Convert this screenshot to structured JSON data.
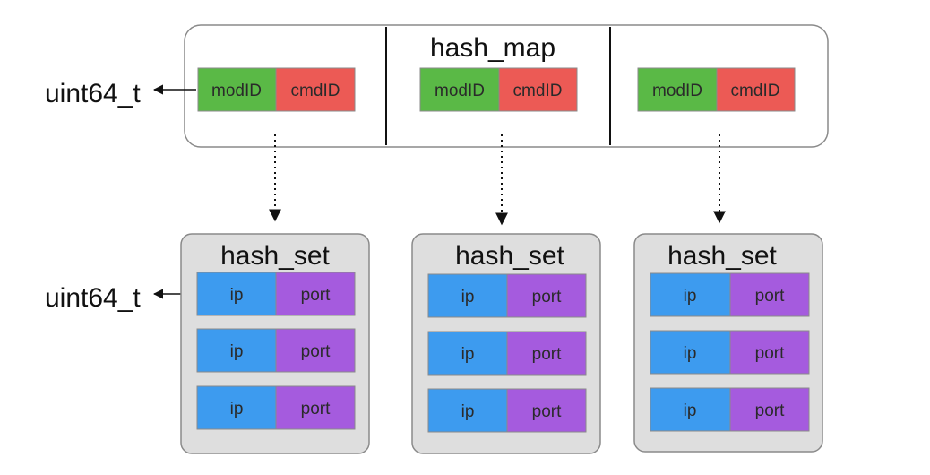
{
  "colors": {
    "modID_fill": "#5ab946",
    "cmdID_fill": "#ec5a55",
    "ip_fill": "#3d9bef",
    "port_fill": "#a55bde",
    "hash_set_fill": "#dedede",
    "border": "#8a8a8a"
  },
  "hash_map": {
    "title": "hash_map",
    "entries": [
      {
        "left": "modID",
        "right": "cmdID"
      },
      {
        "left": "modID",
        "right": "cmdID"
      },
      {
        "left": "modID",
        "right": "cmdID"
      }
    ]
  },
  "hash_sets": [
    {
      "title": "hash_set",
      "rows": [
        {
          "left": "ip",
          "right": "port"
        },
        {
          "left": "ip",
          "right": "port"
        },
        {
          "left": "ip",
          "right": "port"
        }
      ]
    },
    {
      "title": "hash_set",
      "rows": [
        {
          "left": "ip",
          "right": "port"
        },
        {
          "left": "ip",
          "right": "port"
        },
        {
          "left": "ip",
          "right": "port"
        }
      ]
    },
    {
      "title": "hash_set",
      "rows": [
        {
          "left": "ip",
          "right": "port"
        },
        {
          "left": "ip",
          "right": "port"
        },
        {
          "left": "ip",
          "right": "port"
        }
      ]
    }
  ],
  "side_labels": {
    "top": "uint64_t",
    "bottom": "uint64_t"
  }
}
